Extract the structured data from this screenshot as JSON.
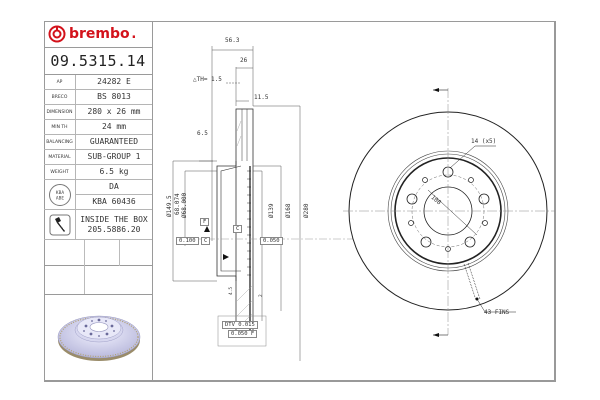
{
  "brand": {
    "name": "brembo",
    "color": "#d3121b"
  },
  "part_number": "09.5315.14",
  "specs": [
    {
      "key": "AP",
      "value": "24282 E"
    },
    {
      "key": "BRECO",
      "value": "BS 8013"
    },
    {
      "key": "DIMENSION",
      "value": "280 x 26 mm"
    },
    {
      "key": "MIN TH",
      "value": "24 mm"
    },
    {
      "key": "BALANCING",
      "value": "GUARANTEED"
    },
    {
      "key": "MATERIAL",
      "value": "SUB-GROUP 1"
    },
    {
      "key": "WEIGHT",
      "value": "6.5 kg"
    }
  ],
  "kba": {
    "icon": "kba-abe-badge",
    "badge_text_1": "KBA",
    "badge_text_2": "ABE",
    "line1": "DA",
    "line2": "KBA 60436"
  },
  "inside_box": {
    "icon": "screw-icon",
    "line1": "INSIDE THE BOX",
    "line2": "205.5886.20"
  },
  "section_view": {
    "dim_overall_height": "56.3",
    "dim_thickness": "26",
    "dim_th_label": "△TH= 1.5",
    "dim_fin": "11.5",
    "dim_offset": "6.5",
    "dia_hat": "Ø149.5",
    "dia_center_1": "68.074",
    "dia_center_2": "Ø68.000",
    "dia_139": "Ø139",
    "dia_168": "Ø168",
    "dia_280": "Ø280",
    "datum_f": "F",
    "datum_c": "C",
    "tol_runout": "0.100",
    "tol_runout_ref": "C",
    "tol_flat": "0.050",
    "small_dim_left": "4.5",
    "small_dim_right": "2",
    "dtv": "DTV  0.015",
    "parallel": "0.050  F"
  },
  "front_view": {
    "bolt_holes": "14 (x5)",
    "pcd": "108",
    "fins": "43 FINS"
  }
}
